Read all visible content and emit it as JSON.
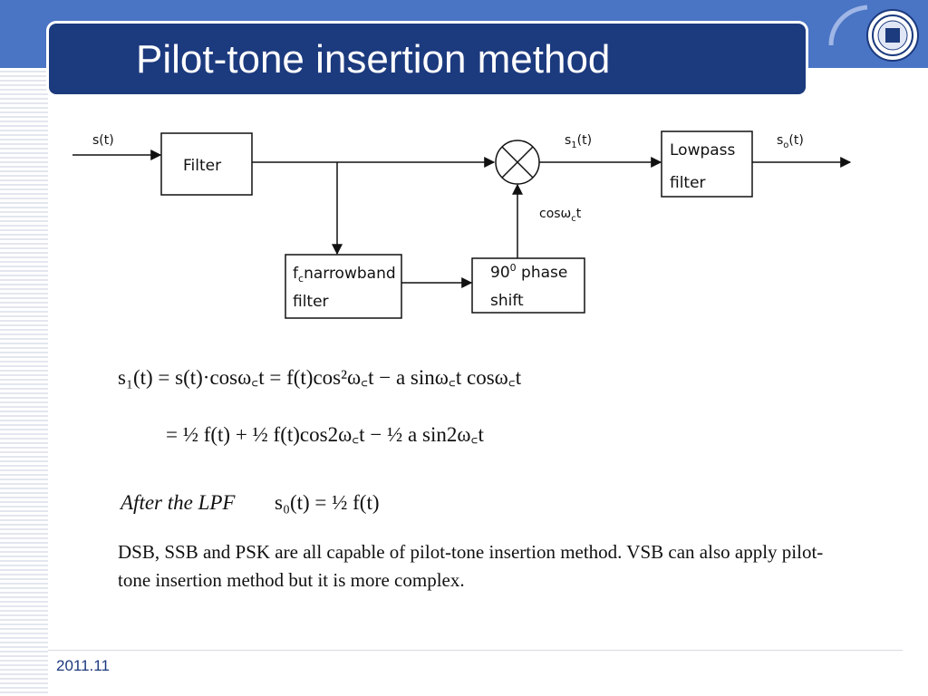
{
  "slide": {
    "title": "Pilot-tone insertion method",
    "footer_date": "2011.11",
    "colors": {
      "header_band": "#4a74c4",
      "title_bar": "#1c3a7e",
      "title_text": "#ffffff"
    }
  },
  "diagram": {
    "input_signal": "s(t)",
    "filter": "Filter",
    "multiplier_output": "s",
    "multiplier_output_sub": "1",
    "multiplier_output_arg": "(t)",
    "lowpass_line1": "Lowpass",
    "lowpass_line2": "filter",
    "output_signal": "s",
    "output_signal_sub": "o",
    "output_signal_arg": "(t)",
    "carrier_label": "cosω",
    "carrier_sub": "c",
    "carrier_tail": "t",
    "narrowband_prefix": "f",
    "narrowband_sub": "c",
    "narrowband_line1": "narrowband",
    "narrowband_line2": "filter",
    "phase_line1_prefix": "90",
    "phase_line1_sup": "0",
    "phase_line1_suffix": " phase",
    "phase_line2": "shift"
  },
  "equations": {
    "eq1": "s₁(t) = s(t)·cosω꜀t = f(t)cos²ω꜀t − a sinω꜀t cosω꜀t",
    "eq2": "= ½ f(t) + ½ f(t)cos2ω꜀t − ½ a sin2ω꜀t",
    "lpf_label": "After the LPF",
    "eq3": "s₀(t) = ½ f(t)"
  },
  "description": "DSB, SSB and PSK are all capable of pilot-tone insertion method. VSB can also apply pilot-tone insertion method but it is more complex."
}
